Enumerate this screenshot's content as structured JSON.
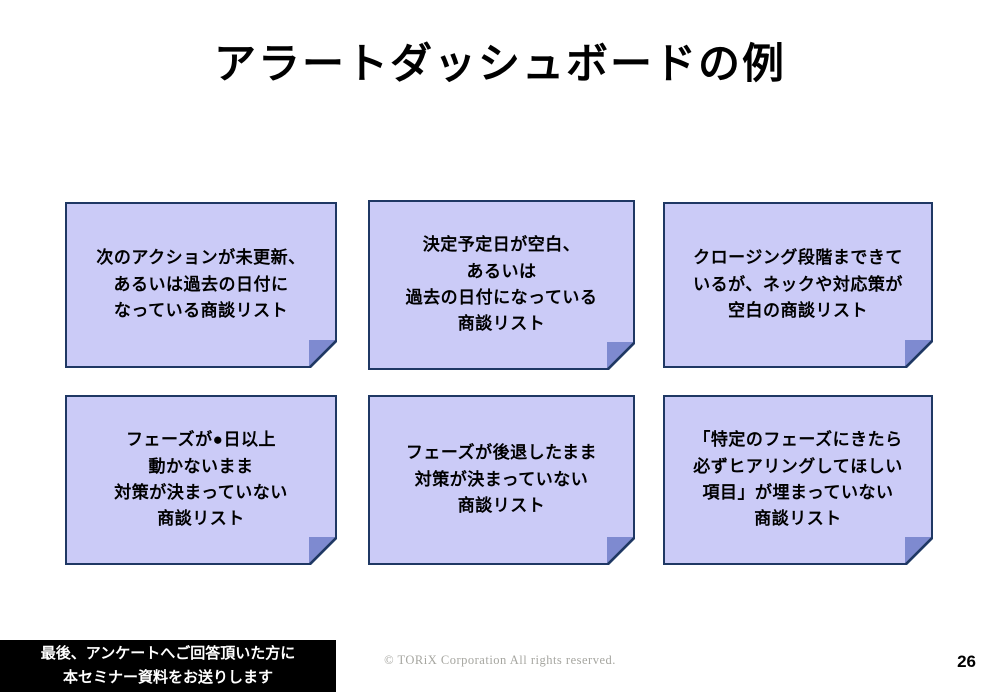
{
  "title": "アラートダッシュボードの例",
  "notes": [
    {
      "text": "次のアクションが未更新、\nあるいは過去の日付に\nなっている商談リスト"
    },
    {
      "text": "決定予定日が空白、\nあるいは\n過去の日付になっている\n商談リスト"
    },
    {
      "text": "クロージング段階まできて\nいるが、ネックや対応策が\n空白の商談リスト"
    },
    {
      "text": "フェーズが●日以上\n動かないまま\n対策が決まっていない\n商談リスト"
    },
    {
      "text": "フェーズが後退したまま\n対策が決まっていない\n商談リスト"
    },
    {
      "text": "「特定のフェーズにきたら\n必ずヒアリングしてほしい\n項目」が埋まっていない\n商談リスト"
    }
  ],
  "footer": {
    "notice": "最後、アンケートへご回答頂いた方に\n本セミナー資料をお送りします",
    "copyright": "© TORiX Corporation All rights reserved.",
    "page_number": "26"
  },
  "colors": {
    "note_fill": "#cbcbf7",
    "note_border": "#1f3864",
    "note_fold": "#7e8ad0",
    "footer_bg": "#000000",
    "footer_fg": "#ffffff",
    "copyright_color": "#a6a6a0"
  }
}
